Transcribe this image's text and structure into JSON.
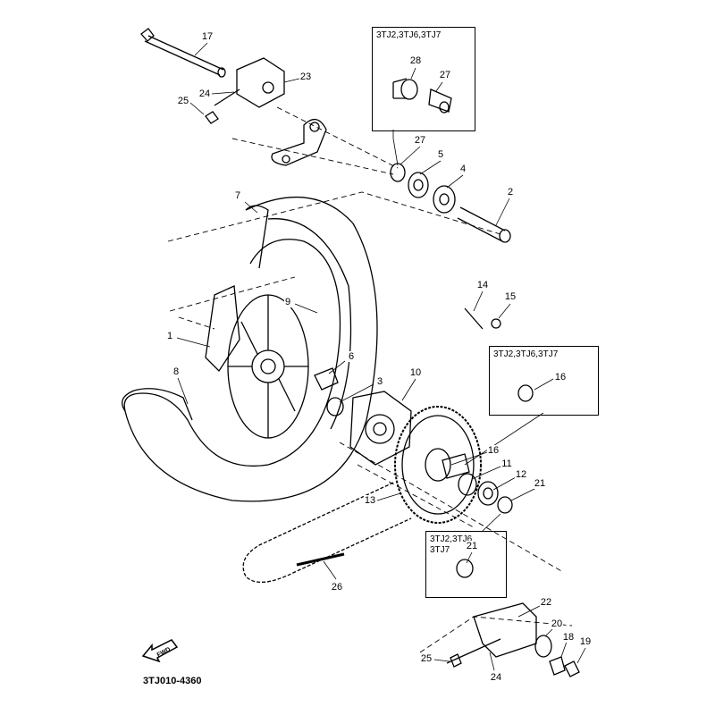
{
  "diagram": {
    "part_code": "3TJ010-4360",
    "direction_marker": "FWD",
    "variant_boxes": [
      {
        "title": "3TJ2,3TJ6,3TJ7",
        "parts": [
          "28",
          "27"
        ]
      },
      {
        "title": "3TJ2,3TJ6,3TJ7",
        "parts": [
          "16"
        ]
      },
      {
        "title": "3TJ2,3TJ6,\n3TJ7",
        "parts": [
          "21"
        ]
      }
    ],
    "labels": [
      "17",
      "23",
      "24",
      "25",
      "28",
      "27",
      "27",
      "5",
      "4",
      "2",
      "7",
      "9",
      "14",
      "15",
      "1",
      "6",
      "3",
      "10",
      "8",
      "16",
      "16",
      "11",
      "12",
      "21",
      "13",
      "21",
      "26",
      "22",
      "20",
      "18",
      "19",
      "25",
      "24"
    ],
    "line_color": "#000000"
  }
}
